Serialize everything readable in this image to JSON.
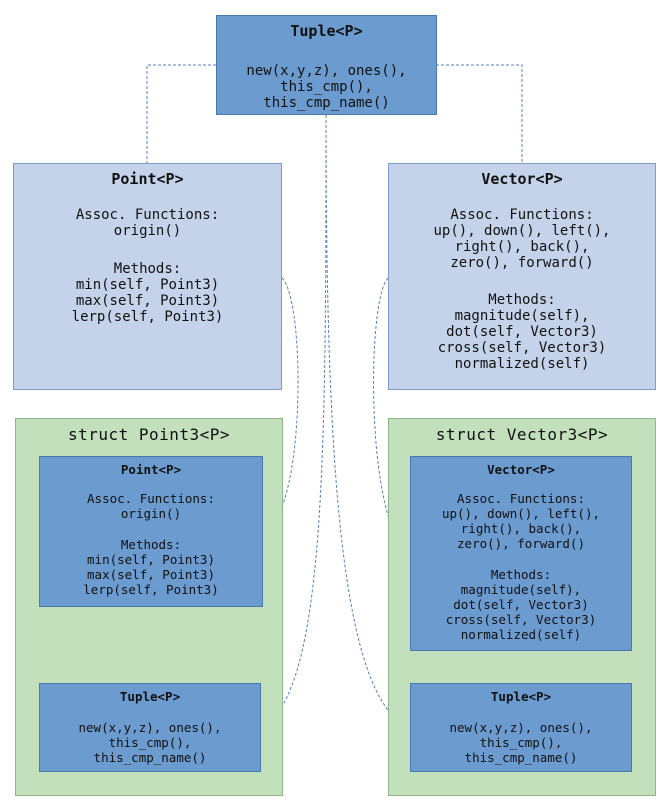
{
  "tuple_top": {
    "title": "Tuple<P>",
    "body": "new(x,y,z), ones(),\nthis_cmp(),\nthis_cmp_name()"
  },
  "point_top": {
    "title": "Point<P>",
    "assoc_heading": "Assoc. Functions:",
    "assoc_body": "origin()",
    "methods_heading": "Methods:",
    "methods_body": "min(self, Point3)\nmax(self, Point3)\nlerp(self, Point3)"
  },
  "vector_top": {
    "title": "Vector<P>",
    "assoc_heading": "Assoc. Functions:",
    "assoc_body": "up(), down(), left(),\nright(), back(),\nzero(), forward()",
    "methods_heading": "Methods:",
    "methods_body": "magnitude(self),\ndot(self, Vector3)\ncross(self, Vector3)\nnormalized(self)"
  },
  "struct_point3": {
    "title": "struct Point3<P>",
    "point": {
      "title": "Point<P>",
      "assoc_heading": "Assoc. Functions:",
      "assoc_body": "origin()",
      "methods_heading": "Methods:",
      "methods_body": "min(self, Point3)\nmax(self, Point3)\nlerp(self, Point3)"
    },
    "tuple": {
      "title": "Tuple<P>",
      "body": "new(x,y,z), ones(),\nthis_cmp(),\nthis_cmp_name()"
    }
  },
  "struct_vector3": {
    "title": "struct Vector3<P>",
    "vector": {
      "title": "Vector<P>",
      "assoc_heading": "Assoc. Functions:",
      "assoc_body": "up(), down(), left(),\nright(), back(),\nzero(), forward()",
      "methods_heading": "Methods:",
      "methods_body": "magnitude(self),\ndot(self, Vector3)\ncross(self, Vector3)\nnormalized(self)"
    },
    "tuple": {
      "title": "Tuple<P>",
      "body": "new(x,y,z), ones(),\nthis_cmp(),\nthis_cmp_name()"
    }
  },
  "colors": {
    "dark_box": "#6c9bd0",
    "light_box": "#c4d3ea",
    "struct_bg": "#c3e0bd",
    "connector": "#4a6fa8"
  }
}
